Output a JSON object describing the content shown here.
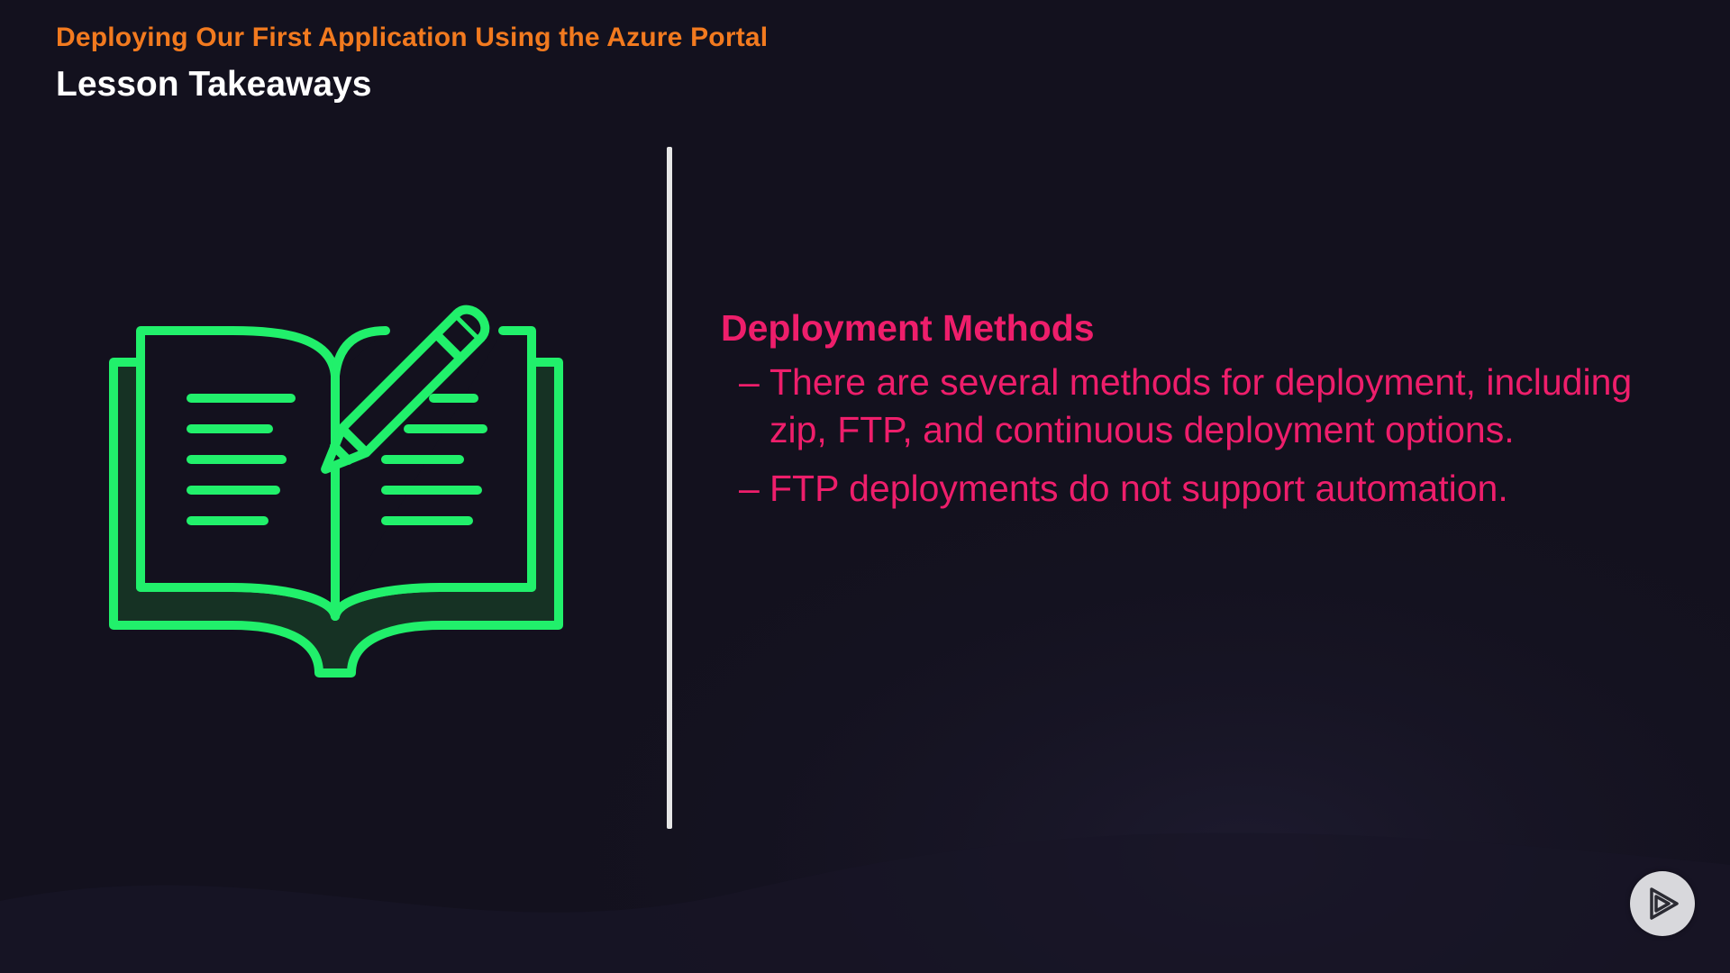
{
  "slide": {
    "course_title": "Deploying Our First Application Using the Azure Portal",
    "lesson_title": "Lesson Takeaways",
    "illustration_icon": "book-with-pencil-icon",
    "takeaway": {
      "heading": "Deployment Methods",
      "bullet_marker": "–",
      "items": [
        {
          "marker": "–",
          "text": "There are several methods for deployment, including zip, FTP, and continuous deployment options."
        },
        {
          "marker": "–",
          "text": "FTP deployments do not support automation."
        }
      ]
    }
  },
  "player": {
    "logo_icon": "play-logo-icon"
  },
  "colors": {
    "background": "#13111e",
    "course_title": "#f27a1f",
    "lesson_title": "#ffffff",
    "accent_pink": "#ee1e6b",
    "illustration_green": "#21f06b",
    "illustration_fill": "#163224",
    "divider": "#e6e6e6",
    "player_button_bg": "#d8d8dc",
    "player_button_icon": "#2b2b33"
  }
}
